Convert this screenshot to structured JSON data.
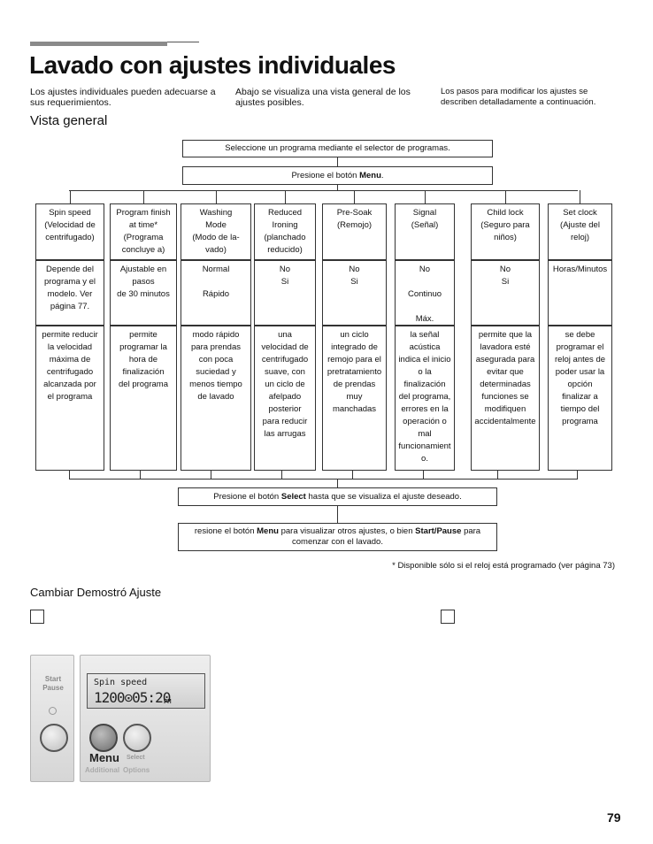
{
  "page": {
    "title": "Lavado con ajustes individuales",
    "intro_col1": "Los ajustes individuales pueden adecuarse a sus requerimientos.",
    "intro_col2": "Abajo se visualiza una vista general de los ajustes posibles.",
    "intro_col3": "Los pasos para modificar los ajustes se describen detalladamente a continuación.",
    "section_heading": "Vista general",
    "subsection_heading": "Cambiar Demostró Ajuste",
    "page_number": "79"
  },
  "flow": {
    "step1": "Seleccione un programa mediante el selector de programas.",
    "step2_pre": "Presione el botón ",
    "step2_bold": "Menu",
    "step2_post": ".",
    "step3_pre": "Presione el botón ",
    "step3_bold": "Select",
    "step3_post": " hasta que se visualiza el ajuste deseado.",
    "step4_a": "resione el botón ",
    "step4_b": "Menu",
    "step4_c": " para visualizar otros ajustes, o bien ",
    "step4_d": "Start/Pause",
    "step4_e": " para comenzar con el lavado.",
    "footnote": "* Disponible sólo si el reloj está programado (ver página 73)"
  },
  "settings": [
    {
      "name": "Spin speed\n(Velocidad de\ncentrifugado)",
      "values": "Depende del\nprograma y el\nmodelo. Ver\npágina 77.",
      "description": "permite reducir\nla velocidad\nmáxima de\ncentrifugado\nalcanzada por\nel programa"
    },
    {
      "name": "Program finish\nat time*\n(Programa\nconcluye a)",
      "values": "Ajustable en\npasos\nde 30 minutos",
      "description": "permite\nprogramar la\nhora de\nfinalización\ndel programa"
    },
    {
      "name": "Washing\nMode\n(Modo de la-\nvado)",
      "values": "Normal\n\nRápido",
      "description": "modo rápido\npara prendas\ncon poca\nsuciedad y\nmenos tiempo\nde lavado"
    },
    {
      "name": "Reduced\nIroning\n(planchado\nreducido)",
      "values": "No\nSi",
      "description": "una\nvelocidad de\ncentrifugado\nsuave, con\nun ciclo de\nafelpado\nposterior\npara reducir\nlas arrugas"
    },
    {
      "name": "Pre-Soak\n(Remojo)",
      "values": "No\nSi",
      "description": "un ciclo\nintegrado de\nremojo para el\npretratamiento\nde prendas\nmuy\nmanchadas"
    },
    {
      "name": "Signal\n(Señal)",
      "values": "No\n\nContinuo\n\nMáx.",
      "description": "la señal\nacústica\nindica el inicio\no la\nfinalización\ndel programa,\nerrores en la\noperación o\nmal\nfuncionamient\no."
    },
    {
      "name": "Child lock\n(Seguro para\nniños)",
      "values": "No\nSi",
      "description": "permite que la\nlavadora esté\nasegurada para\nevitar que\ndeterminadas\nfunciones se\nmodifiquen\naccidentalmente"
    },
    {
      "name": "Set clock\n(Ajuste del\nreloj)",
      "values": "Horas/Minutos",
      "description": "se debe\nprogramar el\nreloj antes de\npoder usar la\nopción\nfinalizar a\ntiempo del\nprograma"
    }
  ],
  "panel": {
    "start_label": "Start",
    "pause_label": "Pause",
    "display_line1": "Spin speed",
    "display_line2": "1200⊙05:20",
    "display_pm": "PM",
    "menu_label": "Menu",
    "select_label": "Select",
    "additional_label": "Additional",
    "options_label": "Options"
  }
}
